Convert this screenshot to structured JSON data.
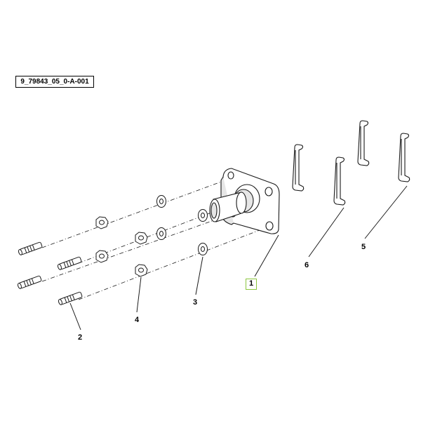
{
  "reference_code": "9_79843_05_0-A-001",
  "callouts": [
    {
      "id": "1",
      "label": "1",
      "highlighted": true
    },
    {
      "id": "2",
      "label": "2",
      "highlighted": false
    },
    {
      "id": "3",
      "label": "3",
      "highlighted": false
    },
    {
      "id": "4",
      "label": "4",
      "highlighted": false
    },
    {
      "id": "5",
      "label": "5",
      "highlighted": false
    },
    {
      "id": "6",
      "label": "6",
      "highlighted": false
    }
  ],
  "colors": {
    "line": "#1a1a1a",
    "part_fill": "#ffffff",
    "shade_fill": "#e6e6e6",
    "highlight": "#8cc63f"
  }
}
